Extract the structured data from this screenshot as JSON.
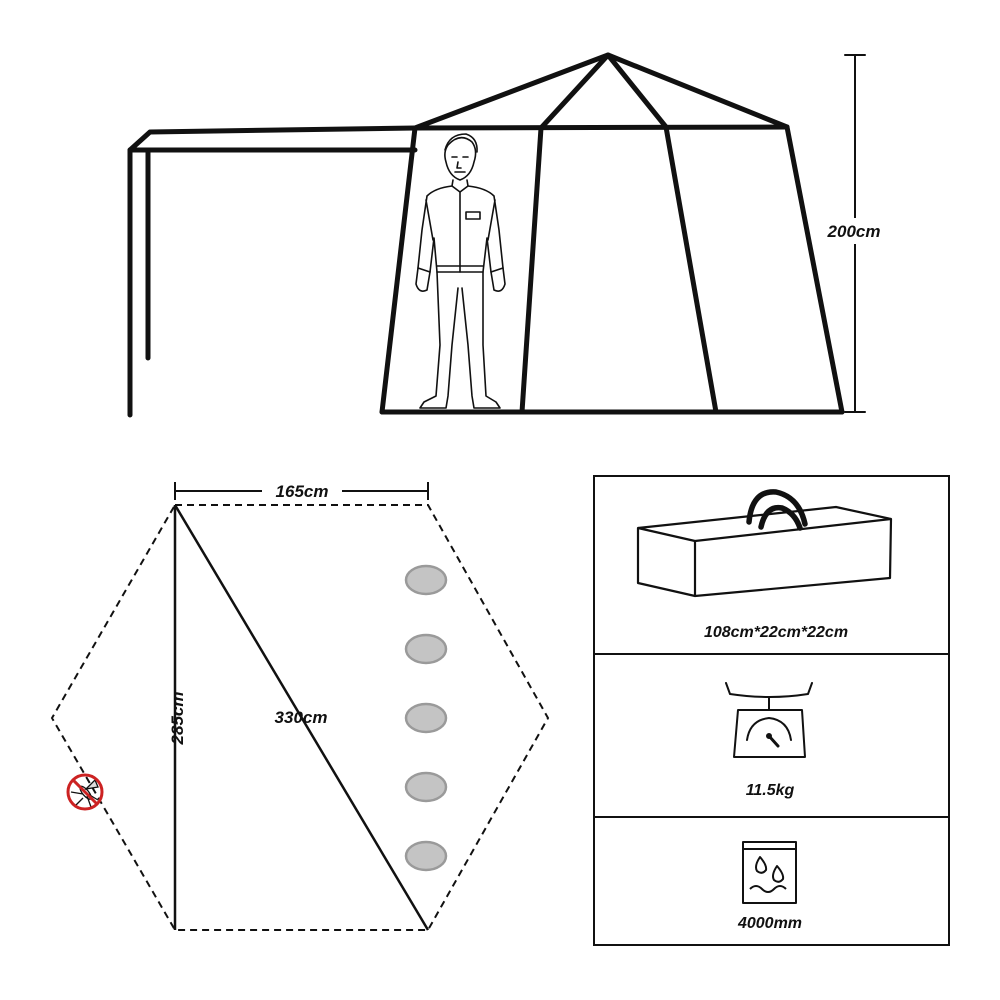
{
  "tent_side_view": {
    "height_label": "200cm"
  },
  "floor_plan": {
    "width_label": "165cm",
    "depth_label": "285cm",
    "diagonal_label": "330cm",
    "sleeping_bags": 5,
    "mosquito_icon": "no-mosquito-icon"
  },
  "specs": {
    "package_size": "108cm*22cm*22cm",
    "package_icon": "carry-bag-icon",
    "weight": "11.5kg",
    "weight_icon": "scale-icon",
    "waterproof_rating": "4000mm",
    "waterproof_icon": "water-column-icon"
  },
  "colors": {
    "line": "#111111",
    "sleeping_bag_fill": "#c4c4c4",
    "sleeping_bag_stroke": "#9a9a9a",
    "no_sign": "#cc2222"
  }
}
